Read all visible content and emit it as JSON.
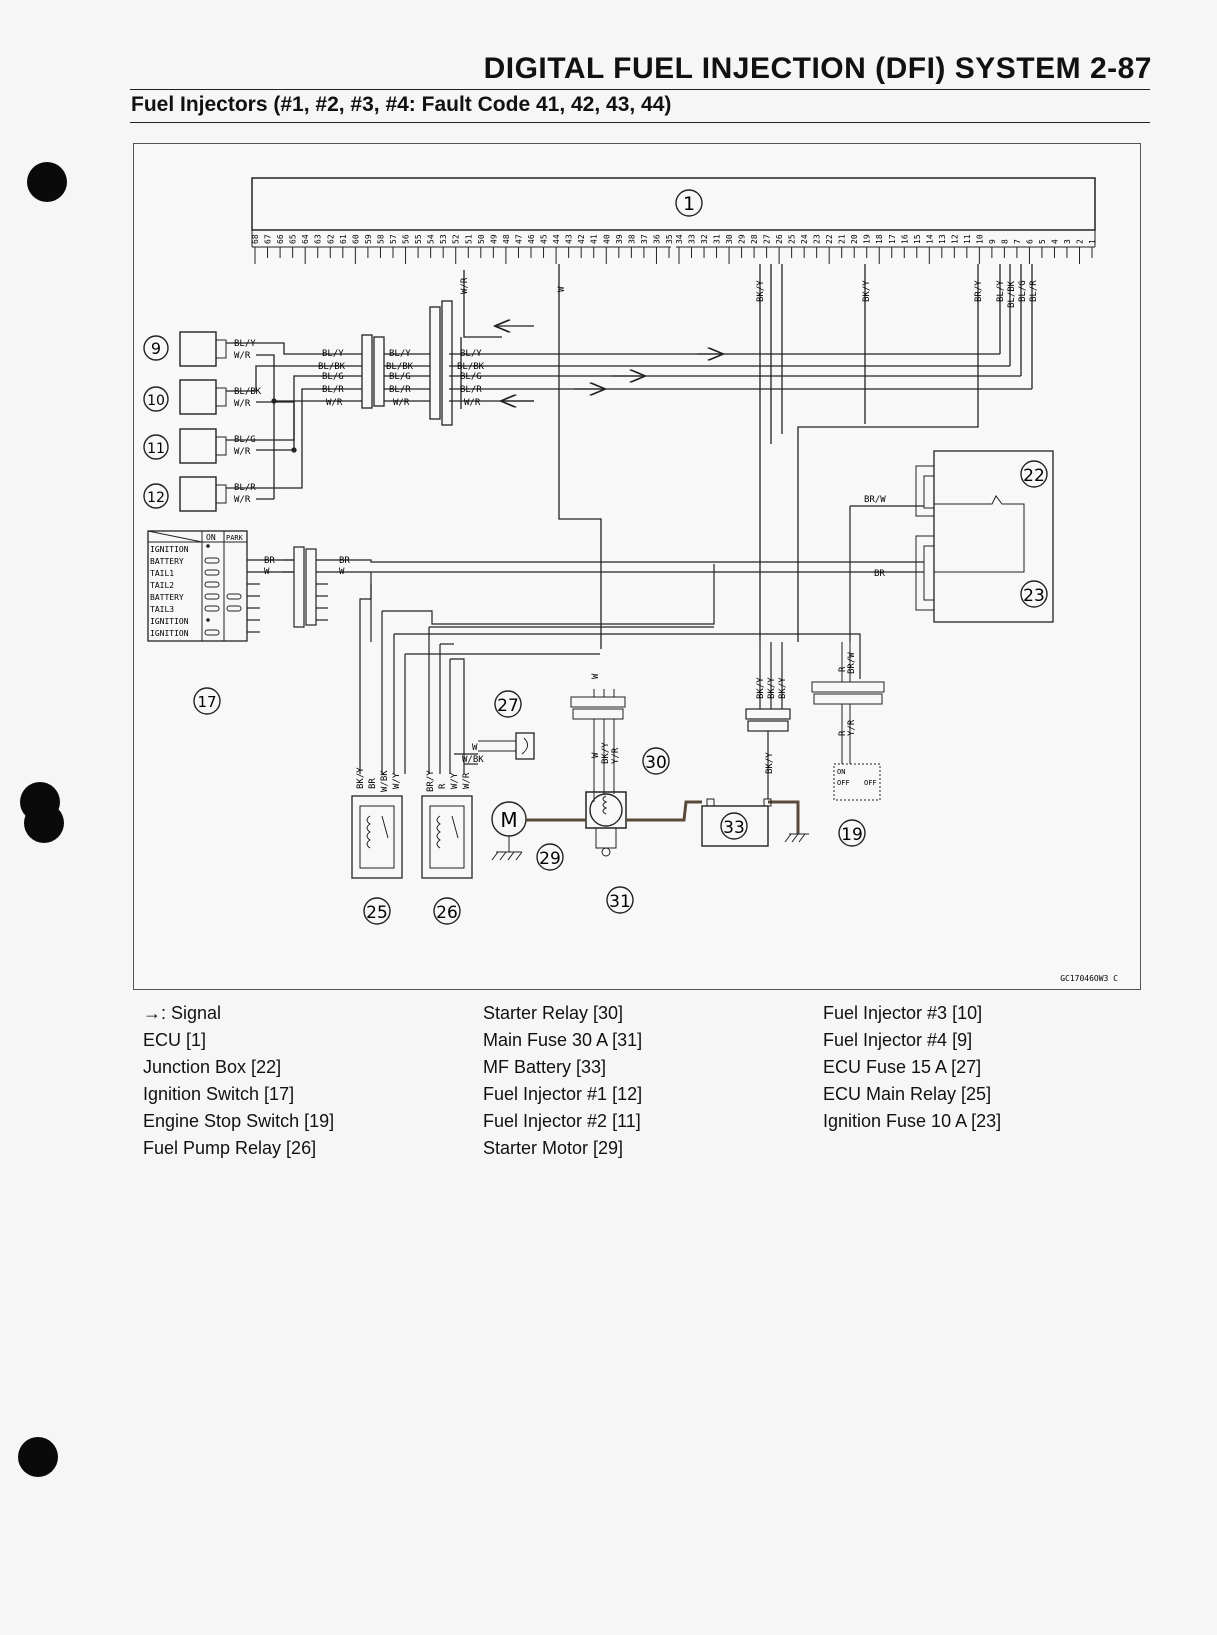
{
  "header": {
    "title": "DIGITAL FUEL INJECTION (DFI) SYSTEM 2-87",
    "subtitle": "Fuel Injectors (#1, #2, #3, #4: Fault Code 41, 42, 43, 44)"
  },
  "diagram": {
    "code": "GC17046OW3 C",
    "callouts": {
      "ecu": "1",
      "inj4": "9",
      "inj3": "10",
      "inj2": "11",
      "inj1": "12",
      "ign_switch": "17",
      "stop_switch": "19",
      "junction_box": "22",
      "ign_fuse": "23",
      "ecu_main_relay": "25",
      "fuel_pump_relay": "26",
      "ecu_fuse": "27",
      "starter_motor": "29",
      "starter_relay": "30",
      "main_fuse": "31",
      "battery": "33"
    },
    "pins_left": [
      "68",
      "67",
      "66",
      "65",
      "64",
      "63",
      "62",
      "61",
      "60",
      "59",
      "58",
      "57",
      "56",
      "55",
      "54",
      "53",
      "52",
      "51",
      "50",
      "49",
      "48",
      "47",
      "46",
      "45",
      "44",
      "43",
      "42",
      "41",
      "40",
      "39",
      "38",
      "37",
      "36",
      "35"
    ],
    "pins_right": [
      "34",
      "33",
      "32",
      "31",
      "30",
      "29",
      "28",
      "27",
      "26",
      "25",
      "24",
      "23",
      "22",
      "21",
      "20",
      "19",
      "18",
      "17",
      "16",
      "15",
      "14",
      "13",
      "12",
      "11",
      "10",
      "9",
      "8",
      "7",
      "6",
      "5",
      "4",
      "3",
      "2",
      "1"
    ],
    "wires": {
      "w_r": "W/R",
      "w": "W",
      "bk_y": "BK/Y",
      "br_y": "BR/Y",
      "bl_y": "BL/Y",
      "bl_bk": "BL/BK",
      "bl_g": "BL/G",
      "bl_r": "BL/R",
      "br_w": "BR/W",
      "br": "BR",
      "r": "R",
      "y_r": "Y/R",
      "w_bk": "W/BK",
      "w_y": "W/Y"
    },
    "switch_table": {
      "header": [
        "ON",
        "PARK"
      ],
      "rows": [
        "IGNITION",
        "BATTERY",
        "TAIL1",
        "TAIL2",
        "BATTERY",
        "TAIL3",
        "IGNITION",
        "IGNITION"
      ]
    },
    "stop_switch_labels": [
      "ON",
      "OFF",
      "OFF"
    ],
    "motor_label": "M"
  },
  "legend": {
    "col1": [
      "→: Signal",
      "ECU [1]",
      "Junction Box [22]",
      "Ignition Switch [17]",
      "Engine Stop Switch [19]",
      "Fuel Pump Relay [26]"
    ],
    "col2": [
      "Starter Relay [30]",
      "Main Fuse 30 A [31]",
      "MF Battery [33]",
      "Fuel Injector #1 [12]",
      "Fuel Injector #2 [11]",
      "Starter Motor [29]"
    ],
    "col3": [
      "Fuel Injector #3 [10]",
      "Fuel Injector #4 [9]",
      "ECU Fuse 15 A [27]",
      "ECU Main Relay [25]",
      "Ignition Fuse 10 A [23]"
    ]
  }
}
